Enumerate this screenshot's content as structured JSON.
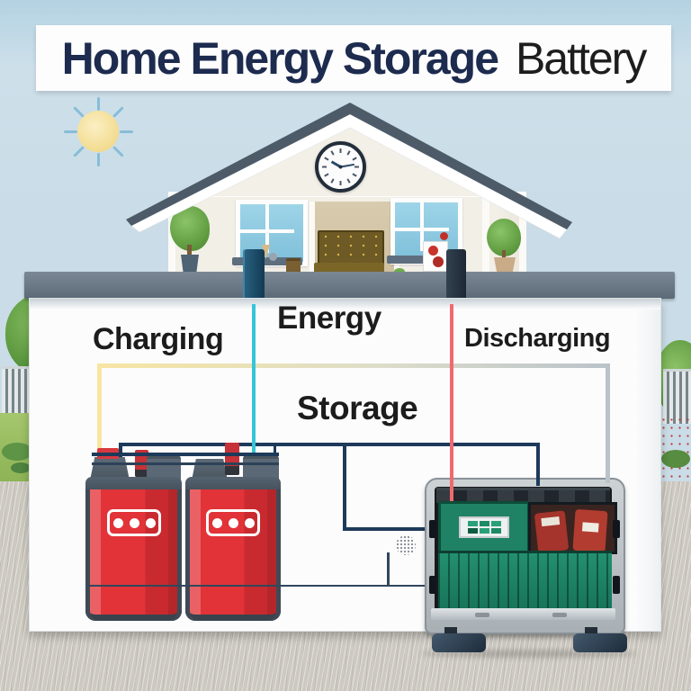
{
  "title": {
    "main": "Home Energy Storage",
    "secondary": "Battery"
  },
  "labels": {
    "charging": "Charging",
    "energy": "Energy",
    "storage": "Storage",
    "discharging": "Discharging"
  },
  "colors": {
    "sky": "#cadce7",
    "banner": "#fdfdfd",
    "title_main": "#1d2b4f",
    "title_secondary": "#1d1d1d",
    "label_text": "#1c1c1c",
    "charging_wire_yellow": "#f7e5a2",
    "energy_wire_cyan": "#36c4d8",
    "discharging_wire_red": "#f0696e",
    "bus_wire_navy": "#1d3a5a",
    "return_wire_gray": "#bac3ca",
    "battery_red": "#e23338",
    "storage_unit_green": "#1f8265",
    "ground_slab": "#6b7884",
    "grass": "#9cc065",
    "concrete": "#ccc8c0"
  },
  "icons": {
    "sun-icon": "yellow-circle-with-blue-rays",
    "clock-icon": "analog-clock-face-10-13"
  }
}
